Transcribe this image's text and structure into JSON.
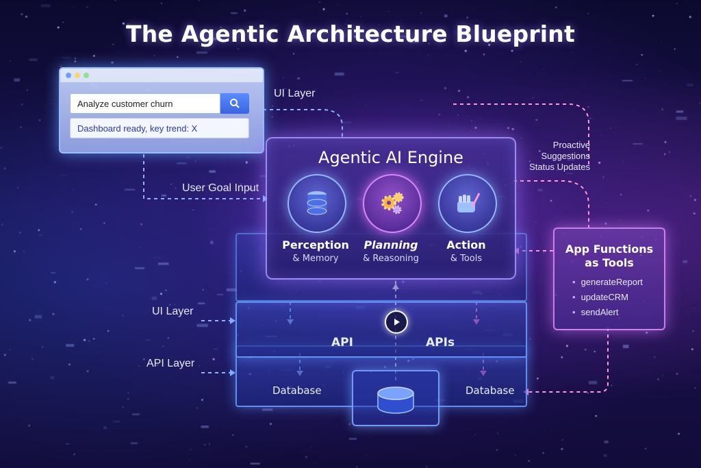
{
  "title": "The Agentic Architecture Blueprint",
  "browser": {
    "search_value": "Analyze customer churn",
    "result_text": "Dashboard ready, key trend: X"
  },
  "labels": {
    "ui_layer_top": "UI Layer",
    "user_goal_input": "User Goal Input",
    "proactive": [
      "Proactive",
      "Suggestions",
      "Status Updates"
    ],
    "ui_layer_left": "UI Layer",
    "api_layer_left": "API Layer"
  },
  "engine": {
    "title": "Agentic AI Engine",
    "stages": [
      {
        "name": "Perception",
        "sub": "& Memory",
        "icon": "database-icon"
      },
      {
        "name": "Planning",
        "sub": "& Reasoning",
        "icon": "gears-icon"
      },
      {
        "name": "Action",
        "sub": "& Tools",
        "icon": "robot-hand-icon"
      }
    ]
  },
  "layers": {
    "api_left": "API",
    "api_right": "APIs",
    "db_left": "Database",
    "db_right": "Database"
  },
  "tools": {
    "title": [
      "App Functions",
      "as Tools"
    ],
    "items": [
      "generateReport",
      "updateCRM",
      "sendAlert"
    ]
  },
  "colors": {
    "accent_blue": "#5b8cff",
    "accent_purple": "#c77dff",
    "accent_pink": "#ff7bd0"
  }
}
